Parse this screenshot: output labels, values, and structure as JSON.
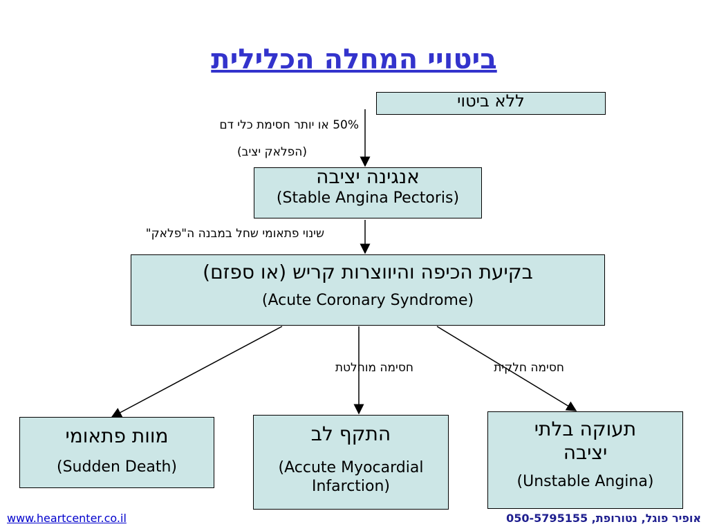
{
  "title": "ביטויי המחלה הכלילית",
  "boxes": {
    "no_expression": {
      "he": "ללא ביטוי"
    },
    "stable_angina": {
      "he": "אנגינה יציבה",
      "en": "(Stable Angina Pectoris)"
    },
    "acs": {
      "he": "בקיעת הכיפה והיווצרות קריש (או ספזם)",
      "en": "(Acute Coronary Syndrome)"
    },
    "sudden_death": {
      "he": "מוות פתאומי",
      "en": "(Sudden Death)"
    },
    "mi": {
      "he": "התקף לב",
      "en_line1": "(Accute Myocardial",
      "en_line2": "Infarction)"
    },
    "unstable_angina": {
      "he_line1": "תעוקה בלתי",
      "he_line2": "יציבה",
      "en": "(Unstable Angina)"
    }
  },
  "labels": {
    "stenosis_line1": "50% או יותר חסימת כלי דם",
    "stenosis_line2": "(הפלאק יציב)",
    "plaque_change": "שינוי פתאומי שחל במבנה ה\"פלאק\"",
    "total_occlusion": "חסימה מוחלטת",
    "partial_occlusion": "חסימה חלקית"
  },
  "footer": {
    "website": "www.heartcenter.co.il",
    "author": "אופיר פוגל, נטורופת, 050-5795155"
  }
}
